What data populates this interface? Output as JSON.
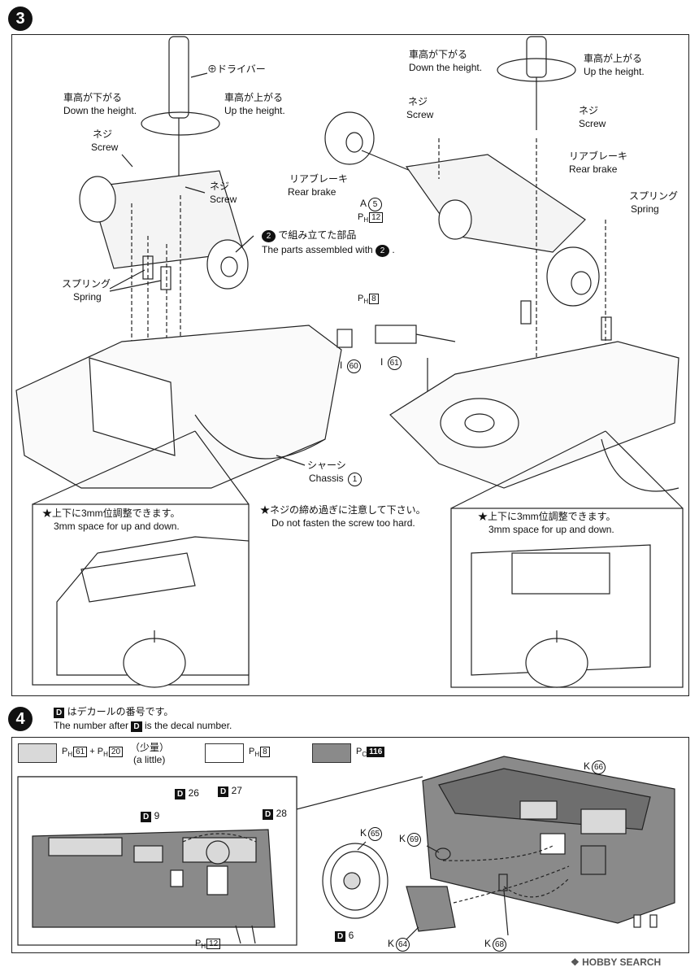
{
  "step3": {
    "number": "3",
    "left": {
      "screwdriver_jp": "⊕ドライバー",
      "down_jp": "車高が下がる",
      "down_en": "Down the height.",
      "up_jp": "車高が上がる",
      "up_en": "Up the height.",
      "screw1_jp": "ネジ",
      "screw1_en": "Screw",
      "screw2_jp": "ネジ",
      "screw2_en": "Screw",
      "assembled_jp": "で組み立てた部品",
      "assembled_en": "The parts assembled with",
      "assembled_ref": "2",
      "spring_jp": "スプリング",
      "spring_en": "Spring",
      "chassis_jp": "シャーシ",
      "chassis_en": "Chassis",
      "chassis_part": "1"
    },
    "right": {
      "down_jp": "車高が下がる",
      "down_en": "Down the height.",
      "up_jp": "車高が上がる",
      "up_en": "Up the height.",
      "screw1_jp": "ネジ",
      "screw1_en": "Screw",
      "screw2_jp": "ネジ",
      "screw2_en": "Screw",
      "rearbrake1_jp": "リアブレーキ",
      "rearbrake1_en": "Rear brake",
      "rearbrake2_jp": "リアブレーキ",
      "rearbrake2_en": "Rear brake",
      "spring_jp": "スプリング",
      "spring_en": "Spring",
      "partA": "A",
      "partA_num": "5",
      "paintPH12": "12",
      "paintPH8": "8",
      "partI60": "60",
      "partI61": "61"
    },
    "note_left_jp": "★上下に3mm位調整できます。",
    "note_left_en": "3mm space for up and down.",
    "note_mid_jp": "★ネジの締め過ぎに注意して下さい。",
    "note_mid_en": "Do not fasten the screw too hard.",
    "note_right_jp": "★上下に3mm位調整できます。",
    "note_right_en": "3mm space for up and down."
  },
  "step4": {
    "number": "4",
    "decal_jp": "はデカールの番号です。",
    "decal_en": "The number after",
    "decal_en2": "is the decal number.",
    "legend1_a": "61",
    "legend1_b": "20",
    "legend1_jp": "（少量）",
    "legend1_en": "(a little)",
    "legend2": "8",
    "legend3": "116",
    "decals": [
      "9",
      "26",
      "27",
      "28",
      "6"
    ],
    "parts": [
      "66",
      "65",
      "69",
      "64",
      "68"
    ],
    "paint_bottom": "12"
  },
  "watermark": "HOBBY SEARCH",
  "colors": {
    "light_gray": "#d9d9d9",
    "dark_gray": "#8a8a8a",
    "ink": "#111111"
  }
}
